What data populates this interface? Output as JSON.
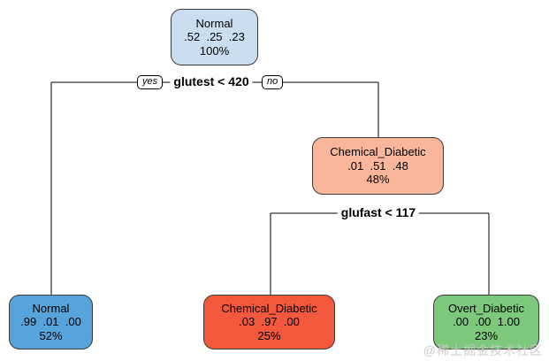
{
  "chart_data": {
    "type": "decision-tree",
    "model": "classification tree (rpart-style), classes: Normal / Chemical_Diabetic / Overt_Diabetic",
    "nodes": [
      {
        "id": "root",
        "label": "Normal",
        "probs": ".52  .25  .23",
        "percent": "100%",
        "fill": "#cbdef0"
      },
      {
        "id": "internal-no-branch",
        "label": "Chemical_Diabetic",
        "probs": ".01  .51  .48",
        "percent": "48%",
        "fill": "#f9b69b"
      },
      {
        "id": "leaf-normal",
        "label": "Normal",
        "probs": ".99  .01  .00",
        "percent": "52%",
        "fill": "#57a3db"
      },
      {
        "id": "leaf-chemical",
        "label": "Chemical_Diabetic",
        "probs": ".03  .97  .00",
        "percent": "25%",
        "fill": "#f2583c"
      },
      {
        "id": "leaf-overt",
        "label": "Overt_Diabetic",
        "probs": ".00  .00  1.00",
        "percent": "23%",
        "fill": "#7cc97c"
      }
    ],
    "splits": [
      {
        "condition": "glutest < 420",
        "yes_label": "yes",
        "no_label": "no",
        "parent": "root",
        "yes_child": "leaf-normal",
        "no_child": "internal-no-branch"
      },
      {
        "condition": "glufast < 117",
        "parent": "internal-no-branch",
        "yes_child": "leaf-chemical",
        "no_child": "leaf-overt"
      }
    ],
    "colors": {
      "edge_line": "#000000",
      "node_border": "#3a3a3a",
      "background": "#ffffff"
    }
  },
  "watermark": "@稀土掘金技术社区"
}
